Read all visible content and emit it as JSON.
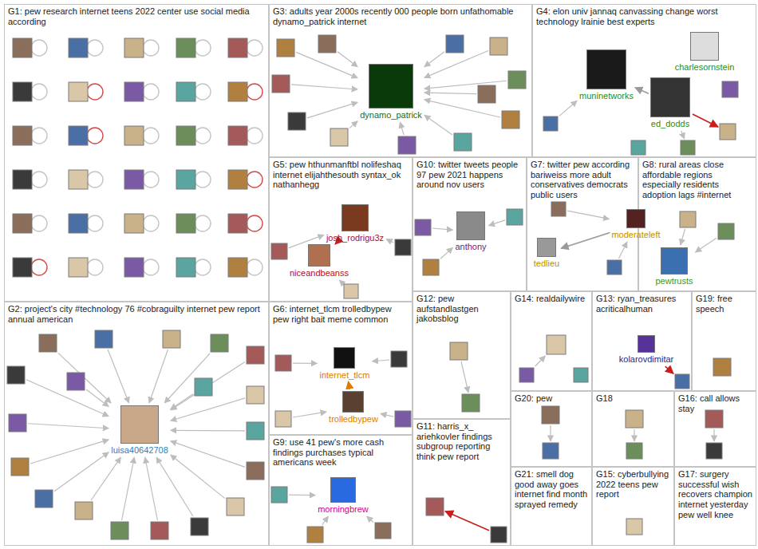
{
  "diagram": {
    "nodes": [
      {
        "text": [
          "G1: pew research internet teens 2022 center use social media according"
        ]
      },
      {
        "text": [
          "G3: adults year 2000s recently 000 people born unfathomable dynamo_patrick internet"
        ]
      },
      {
        "text": [
          "dynamo_patrick"
        ],
        "in": 1
      },
      {
        "text": [
          "G4: elon univ jannaq canvassing change worst technology lrainie best experts"
        ]
      },
      {
        "text": [
          "muninetworks"
        ],
        "in": 3
      },
      {
        "text": [
          "charlesornstein"
        ],
        "in": 3
      },
      {
        "text": [
          "ed_dodds"
        ],
        "in": 3
      },
      {
        "text": [
          "G5: pew hthunmanftbl nolifeshaq internet elijahthesouth syntax_ok nathanhegg"
        ]
      },
      {
        "text": [
          "josh_rodrigu3z"
        ],
        "in": 7
      },
      {
        "text": [
          "niceandbeanss"
        ],
        "in": 7
      },
      {
        "text": [
          "G10: twitter tweets people 97 pew 2021 happens around nov users"
        ]
      },
      {
        "text": [
          "anthony"
        ],
        "in": 10
      },
      {
        "text": [
          "G7: twitter pew according bariweiss more adult conservatives democrats public users"
        ]
      },
      {
        "text": [
          "moderateleft"
        ],
        "in": 12
      },
      {
        "text": [
          "tedlieu"
        ],
        "in": 12
      },
      {
        "text": [
          "G8: rural areas close affordable regions especially residents adoption lags #internet"
        ]
      },
      {
        "text": [
          "pewtrusts"
        ],
        "in": 15
      },
      {
        "text": [
          "G2: project's city #technology 76 #cobraguilty internet pew report annual american"
        ]
      },
      {
        "text": [
          "luisa40642708"
        ],
        "in": 17
      },
      {
        "text": [
          "G6: internet_tlcm trolledbypew pew right bait meme common"
        ]
      },
      {
        "text": [
          "internet_tlcm"
        ],
        "in": 19
      },
      {
        "text": [
          "trolledbypew"
        ],
        "in": 19
      },
      {
        "text": [
          "G12: pew aufstandlastgen jakobsblog"
        ]
      },
      {
        "text": [
          "G14: realdailywire"
        ]
      },
      {
        "text": [
          "G13: ryan_treasures acriticalhuman"
        ]
      },
      {
        "text": [
          "kolarovdimitar"
        ],
        "in": 24
      },
      {
        "text": [
          "G19: free speech"
        ]
      },
      {
        "text": [
          "G9: use 41 pew's more cash findings purchases typical americans week"
        ]
      },
      {
        "text": [
          "morningbrew"
        ],
        "in": 27
      },
      {
        "text": [
          "G11: harris_x_ ariehkovler findings subgroup reporting think pew report"
        ]
      },
      {
        "text": [
          "G20: pew"
        ]
      },
      {
        "text": [
          "G18"
        ]
      },
      {
        "text": [
          "G16: call allows stay"
        ]
      },
      {
        "text": [
          "G21: smell dog good away goes internet find month sprayed remedy"
        ]
      },
      {
        "text": [
          "G15: cyberbullying 2022 teens pew report"
        ]
      },
      {
        "text": [
          "G17: surgery successful wish recovers champion internet yesterday pew well knee"
        ]
      }
    ],
    "edges": [
      {
        "from": 6,
        "to": 4,
        "arrow": "to"
      },
      {
        "from": 9,
        "to": 8,
        "arrow": "to"
      },
      {
        "from": 21,
        "to": 20,
        "arrow": "to"
      },
      {
        "from": 13,
        "to": 14,
        "arrow": "to"
      }
    ]
  }
}
